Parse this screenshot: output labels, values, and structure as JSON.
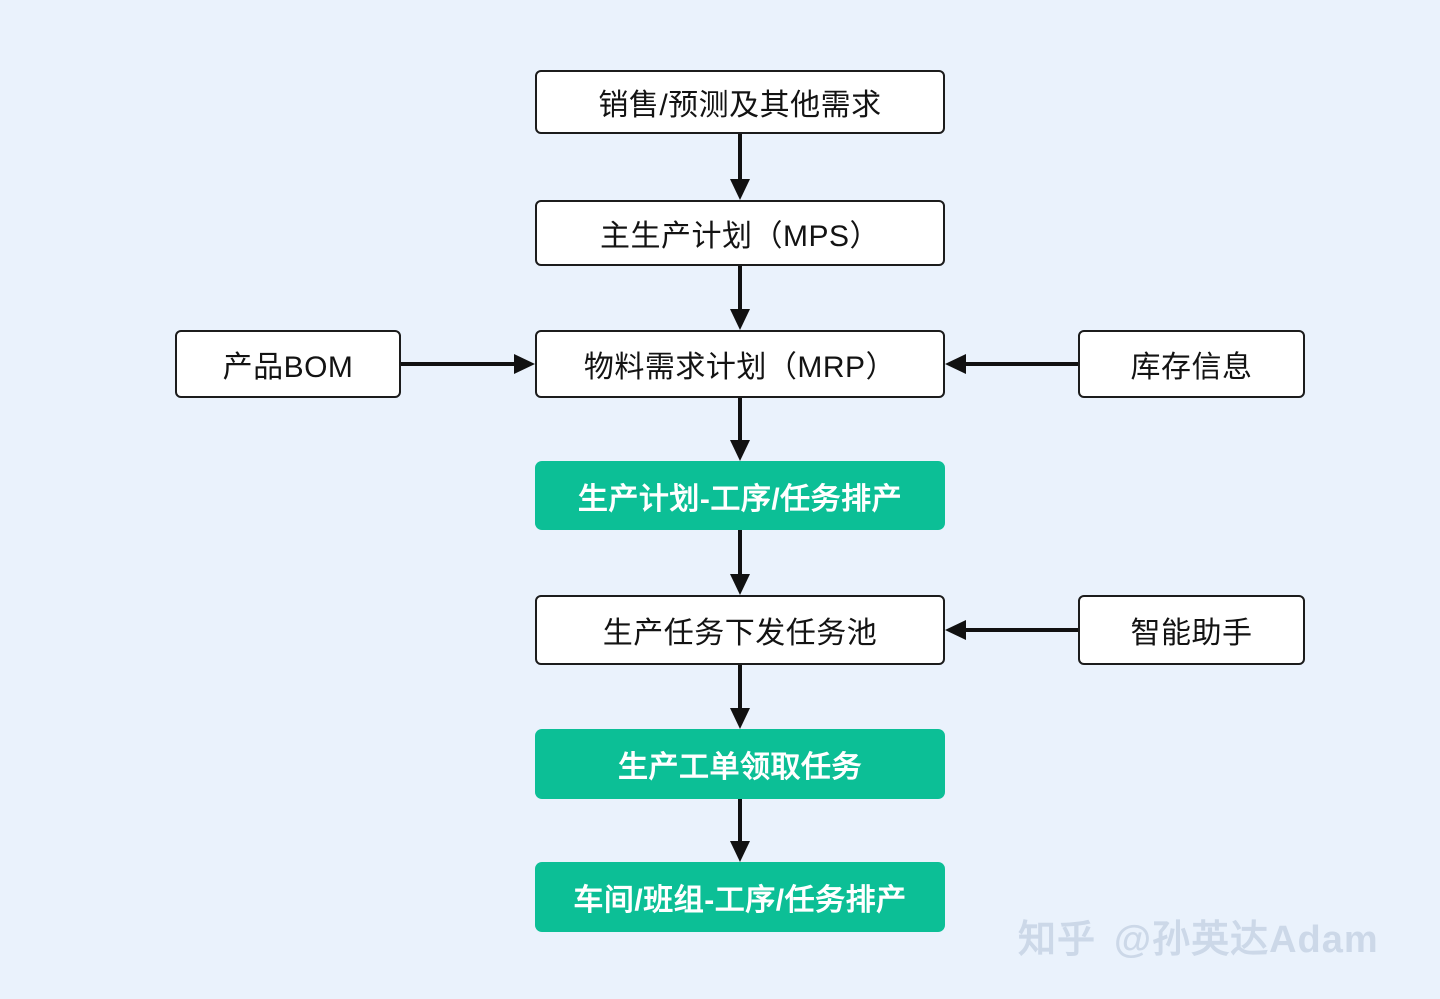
{
  "canvas": {
    "background_color": "#EAF2FC",
    "accent_color": "#0CBF96",
    "node_border_color": "#1C1C1C",
    "node_fill_color": "#FFFFFF",
    "connector_color": "#111111"
  },
  "diagram": {
    "type": "flowchart",
    "nodes": [
      {
        "id": "demand",
        "label": "销售/预测及其他需求",
        "style": "plain"
      },
      {
        "id": "mps",
        "label": "主生产计划（MPS）",
        "style": "plain"
      },
      {
        "id": "mrp",
        "label": "物料需求计划（MRP）",
        "style": "plain"
      },
      {
        "id": "bom",
        "label": "产品BOM",
        "style": "plain"
      },
      {
        "id": "inventory",
        "label": "库存信息",
        "style": "plain"
      },
      {
        "id": "plan_order",
        "label": "生产计划-工序/任务排产",
        "style": "accent"
      },
      {
        "id": "task_pool",
        "label": "生产任务下发任务池",
        "style": "plain"
      },
      {
        "id": "assistant",
        "label": "智能助手",
        "style": "plain"
      },
      {
        "id": "workorder",
        "label": "生产工单领取任务",
        "style": "accent"
      },
      {
        "id": "shopfloor",
        "label": "车间/班组-工序/任务排产",
        "style": "accent"
      }
    ],
    "edges": [
      {
        "from": "demand",
        "to": "mps",
        "direction": "down"
      },
      {
        "from": "mps",
        "to": "mrp",
        "direction": "down"
      },
      {
        "from": "mrp",
        "to": "plan_order",
        "direction": "down"
      },
      {
        "from": "plan_order",
        "to": "task_pool",
        "direction": "down"
      },
      {
        "from": "task_pool",
        "to": "workorder",
        "direction": "down"
      },
      {
        "from": "workorder",
        "to": "shopfloor",
        "direction": "down"
      },
      {
        "from": "bom",
        "to": "mrp",
        "direction": "right"
      },
      {
        "from": "inventory",
        "to": "mrp",
        "direction": "left"
      },
      {
        "from": "assistant",
        "to": "task_pool",
        "direction": "left"
      }
    ]
  },
  "watermark": {
    "site": "知乎",
    "handle": "@孙英达Adam"
  }
}
